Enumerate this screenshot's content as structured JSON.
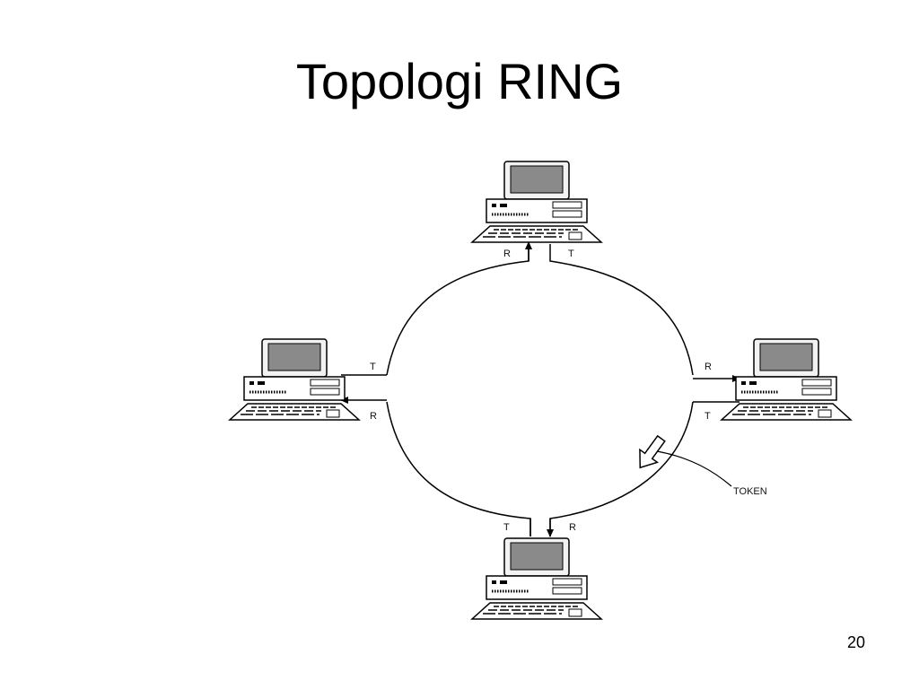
{
  "slide": {
    "title": "Topologi RING",
    "page_number": "20"
  },
  "diagram": {
    "token_label": "TOKEN",
    "nodes": [
      {
        "id": "top",
        "receive_label": "R",
        "transmit_label": "T"
      },
      {
        "id": "right",
        "receive_label": "R",
        "transmit_label": "T"
      },
      {
        "id": "bottom",
        "receive_label": "R",
        "transmit_label": "T"
      },
      {
        "id": "left",
        "receive_label": "R",
        "transmit_label": "T"
      }
    ]
  }
}
